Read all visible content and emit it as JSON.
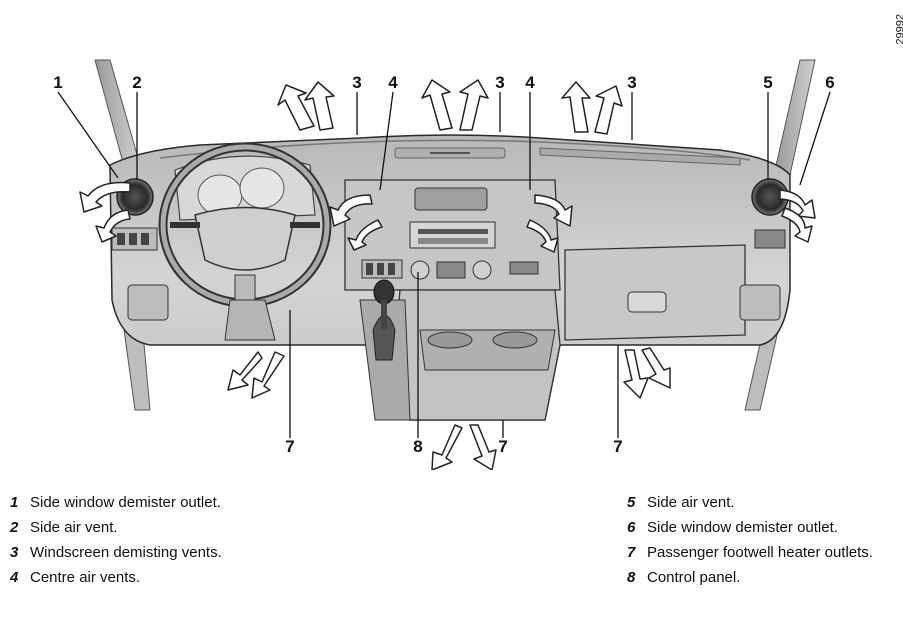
{
  "reference_code": "29992",
  "callouts": [
    {
      "num": "1"
    },
    {
      "num": "2"
    },
    {
      "num": "3"
    },
    {
      "num": "4"
    },
    {
      "num": "3"
    },
    {
      "num": "4"
    },
    {
      "num": "3"
    },
    {
      "num": "5"
    },
    {
      "num": "6"
    },
    {
      "num": "7"
    },
    {
      "num": "8"
    },
    {
      "num": "7"
    },
    {
      "num": "7"
    }
  ],
  "legend": [
    {
      "num": "1",
      "text": "Side window demister outlet."
    },
    {
      "num": "2",
      "text": "Side air vent."
    },
    {
      "num": "3",
      "text": "Windscreen demisting vents."
    },
    {
      "num": "4",
      "text": "Centre air vents."
    },
    {
      "num": "5",
      "text": "Side air vent."
    },
    {
      "num": "6",
      "text": "Side window demister outlet."
    },
    {
      "num": "7",
      "text": "Passenger footwell heater outlets."
    },
    {
      "num": "8",
      "text": "Control panel."
    }
  ],
  "colors": {
    "dashboard": "#c9c9c9",
    "dashboard_dark": "#8f8f8f",
    "outline": "#2a2a2a",
    "arrow_fill": "#ffffff"
  }
}
